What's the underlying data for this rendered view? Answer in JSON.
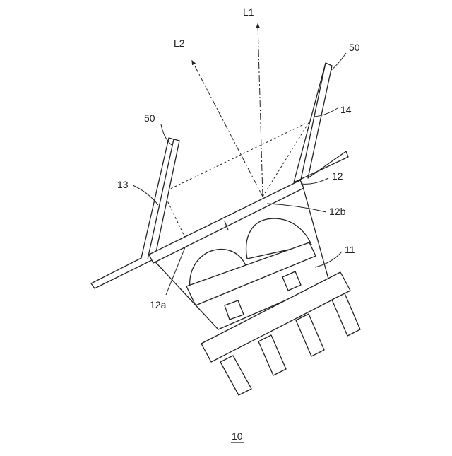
{
  "labels": {
    "beam_l1": "L1",
    "beam_l2": "L2",
    "wall_right": "50",
    "wall_left": "50",
    "point_14": "14",
    "point_13": "13",
    "cover_12": "12",
    "lens_12b": "12b",
    "lens_12a": "12a",
    "chip_11": "11",
    "figure_number": "10"
  }
}
